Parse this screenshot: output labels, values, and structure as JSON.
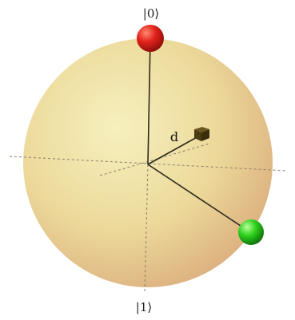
{
  "labels": {
    "top_state": "|0⟩",
    "bottom_state": "|1⟩",
    "vector": "d"
  },
  "colors": {
    "sphere_light": "#f1e9b2",
    "sphere_mid": "#e8cf92",
    "sphere_edge": "#d9a87a",
    "north_marker": "#e3231c",
    "state_marker": "#2fd21e",
    "vector_marker": "#4a3b12",
    "axis_line": "#8a7f6a",
    "vector_line": "#2e2a1c"
  },
  "icons": {
    "north_marker": "red-sphere",
    "state_marker": "green-sphere",
    "vector_marker": "brown-cube"
  }
}
